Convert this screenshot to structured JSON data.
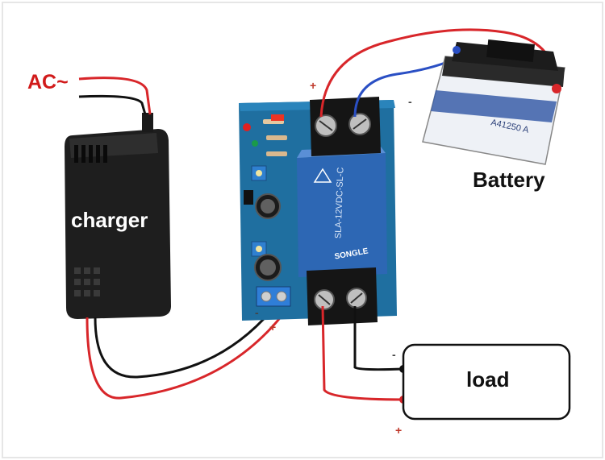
{
  "labels": {
    "ac": "AC~",
    "charger": "charger",
    "battery": "Battery",
    "load": "load"
  },
  "polarity": {
    "battery_pos": "+",
    "battery_neg": "-",
    "input_neg": "-",
    "input_pos": "+",
    "load_neg": "-",
    "load_pos": "+"
  },
  "battery_print": {
    "line1": "A41250 A"
  },
  "relay_print": {
    "brand": "SONGLE",
    "model": "SLA-12VDC-SL-C"
  },
  "colors": {
    "positive_wire": "#d8262a",
    "negative_wire": "#111111",
    "battery_wire": "#2a4fc4",
    "pcb": "#1f6fa0",
    "relay": "#2d67b4"
  }
}
